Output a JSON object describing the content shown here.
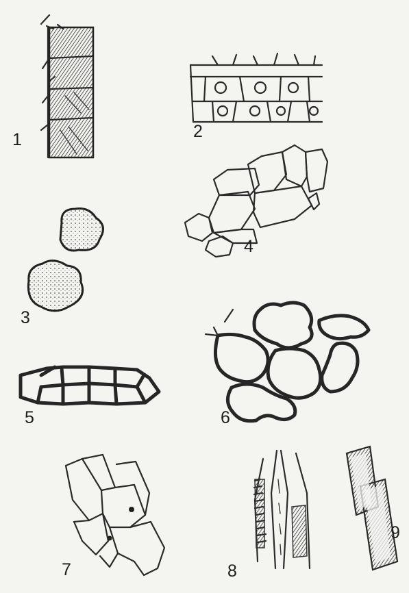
{
  "figure": {
    "labels": [
      "1",
      "2",
      "3",
      "4",
      "5",
      "6",
      "7",
      "8",
      "9"
    ]
  }
}
